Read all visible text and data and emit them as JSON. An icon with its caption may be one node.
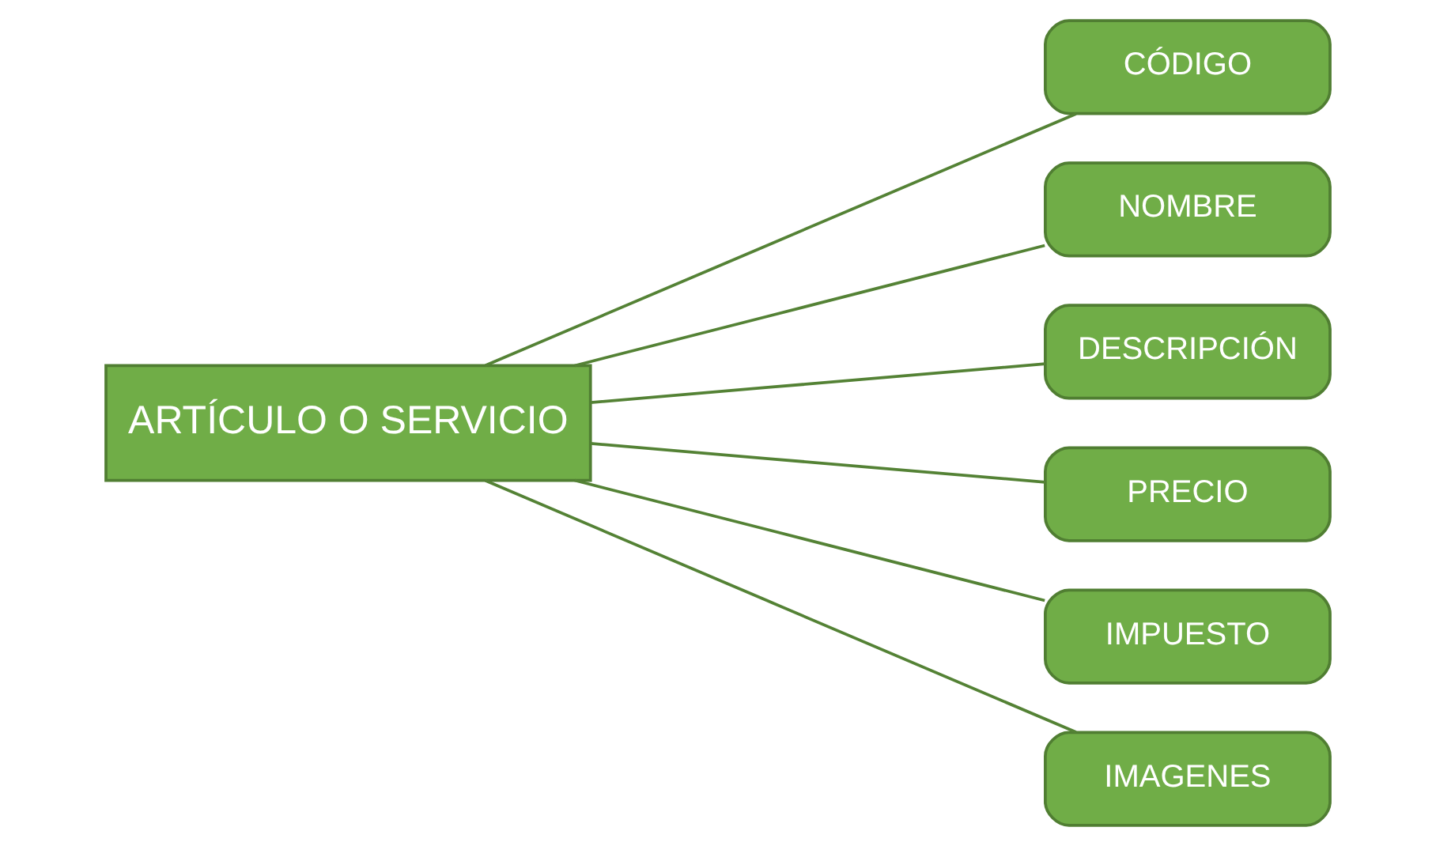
{
  "diagram": {
    "nodes": [
      {
        "text": [
          "ARTÍCULO O SERVICIO"
        ]
      },
      {
        "text": [
          "CÓDIGO"
        ]
      },
      {
        "text": [
          "NOMBRE"
        ]
      },
      {
        "text": [
          "DESCRIPCIÓN"
        ]
      },
      {
        "text": [
          "PRECIO"
        ]
      },
      {
        "text": [
          "IMPUESTO"
        ]
      },
      {
        "text": [
          "IMAGENES"
        ]
      }
    ],
    "edges": [
      {
        "from": 0,
        "to": 1,
        "arrow": "none"
      },
      {
        "from": 0,
        "to": 2,
        "arrow": "none"
      },
      {
        "from": 0,
        "to": 3,
        "arrow": "none"
      },
      {
        "from": 0,
        "to": 4,
        "arrow": "none"
      },
      {
        "from": 0,
        "to": 5,
        "arrow": "none"
      },
      {
        "from": 0,
        "to": 6,
        "arrow": "none"
      }
    ]
  }
}
